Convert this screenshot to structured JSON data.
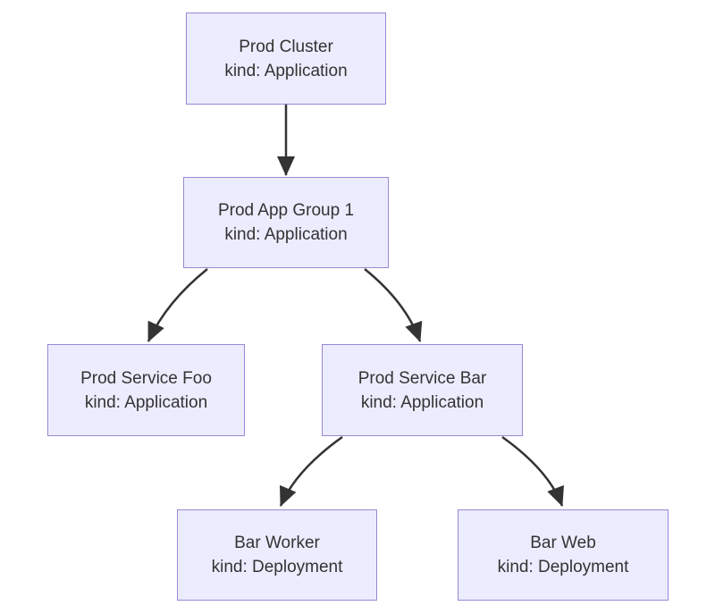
{
  "diagram": {
    "type": "flowchart-top-down",
    "colors": {
      "background": "#ffffff",
      "node_fill": "#ECECFF",
      "node_border": "#9987d4",
      "edge": "#333333",
      "text": "#333333"
    },
    "nodes": [
      {
        "id": "prod-cluster",
        "title": "Prod Cluster",
        "kind": "kind: Application"
      },
      {
        "id": "prod-app-group-1",
        "title": "Prod App Group 1",
        "kind": "kind: Application"
      },
      {
        "id": "prod-service-foo",
        "title": "Prod Service Foo",
        "kind": "kind: Application"
      },
      {
        "id": "prod-service-bar",
        "title": "Prod Service Bar",
        "kind": "kind: Application"
      },
      {
        "id": "bar-worker",
        "title": "Bar Worker",
        "kind": "kind: Deployment"
      },
      {
        "id": "bar-web",
        "title": "Bar Web",
        "kind": "kind: Deployment"
      }
    ],
    "edges": [
      {
        "from": "prod-cluster",
        "to": "prod-app-group-1"
      },
      {
        "from": "prod-app-group-1",
        "to": "prod-service-foo"
      },
      {
        "from": "prod-app-group-1",
        "to": "prod-service-bar"
      },
      {
        "from": "prod-service-bar",
        "to": "bar-worker"
      },
      {
        "from": "prod-service-bar",
        "to": "bar-web"
      }
    ]
  }
}
